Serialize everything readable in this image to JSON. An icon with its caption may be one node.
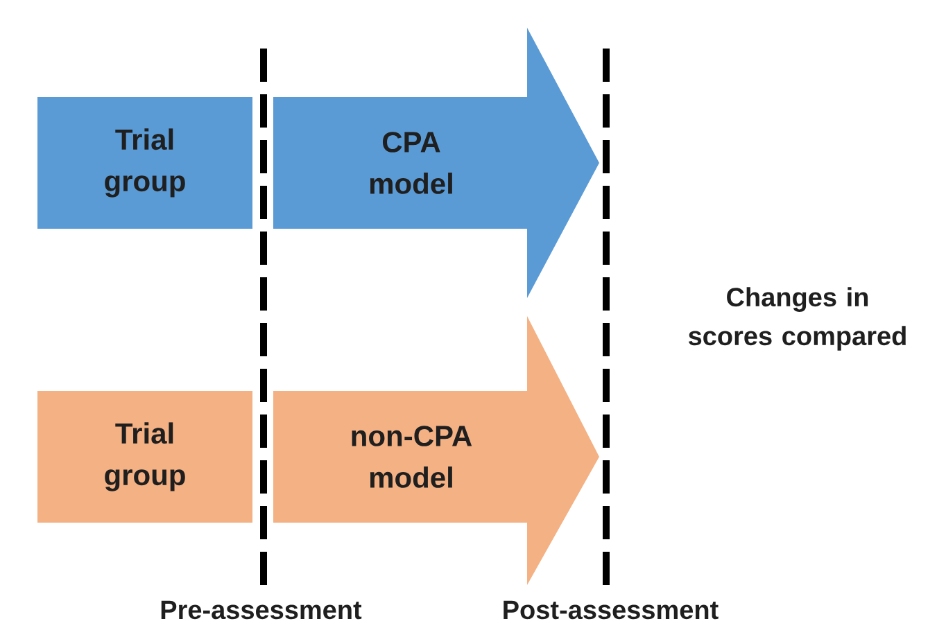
{
  "diagram": {
    "nodes": [
      {
        "text": [
          "Trial group"
        ]
      },
      {
        "text": [
          "CPA model"
        ]
      },
      {
        "text": [
          "Trial group"
        ]
      },
      {
        "text": [
          "non-CPA model"
        ]
      }
    ],
    "edges": [],
    "labels": [
      "Changes in scores compared",
      "Pre-assessment",
      "Post-assessment"
    ]
  }
}
